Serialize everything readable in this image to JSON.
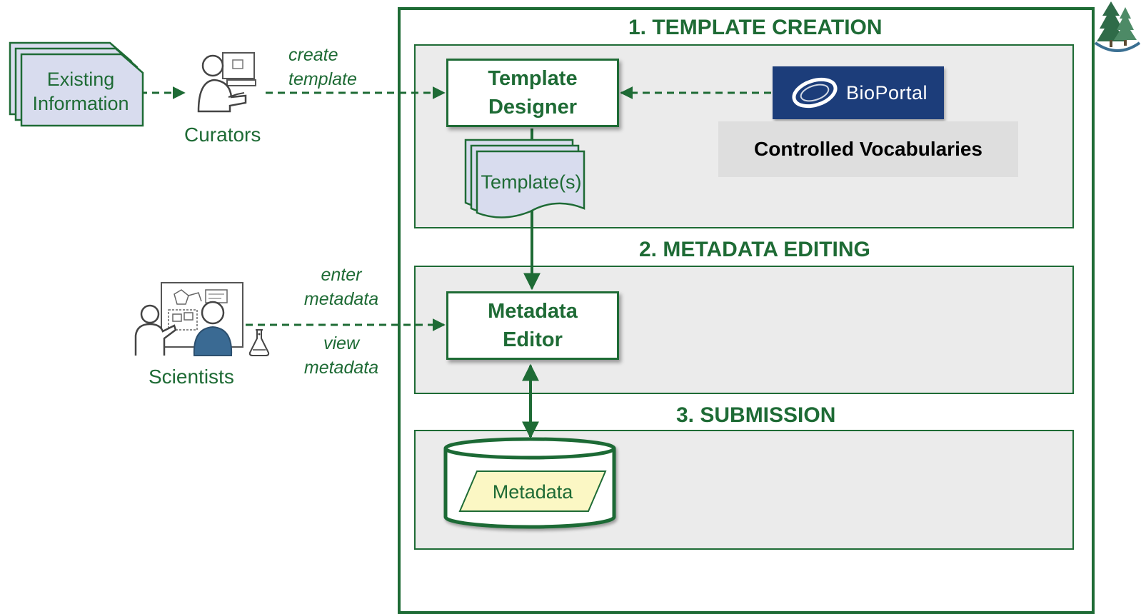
{
  "colors": {
    "green": "#1e6b35",
    "panel": "#ebebeb",
    "doc_fill": "#d8dcee",
    "metadata_fill": "#fbf7c4",
    "bioportal_blue": "#1c3d7a"
  },
  "sections": [
    {
      "title": "1. TEMPLATE CREATION"
    },
    {
      "title": "2. METADATA EDITING"
    },
    {
      "title": "3. SUBMISSION"
    }
  ],
  "nodes": {
    "existing_information": "Existing\nInformation",
    "curators": "Curators",
    "template_designer": "Template\nDesigner",
    "templates": "Template(s)",
    "bioportal": "BioPortal",
    "controlled_vocabularies": "Controlled Vocabularies",
    "scientists": "Scientists",
    "metadata_editor": "Metadata\nEditor",
    "metadata": "Metadata"
  },
  "edges": {
    "create_template": "create\ntemplate",
    "enter_metadata": "enter\nmetadata",
    "view_metadata": "view\nmetadata"
  },
  "icons": {
    "curator": "curator-at-computer-icon",
    "scientists": "scientists-at-board-icon",
    "flask": "flask-icon",
    "logo": "tree-logo-icon"
  }
}
